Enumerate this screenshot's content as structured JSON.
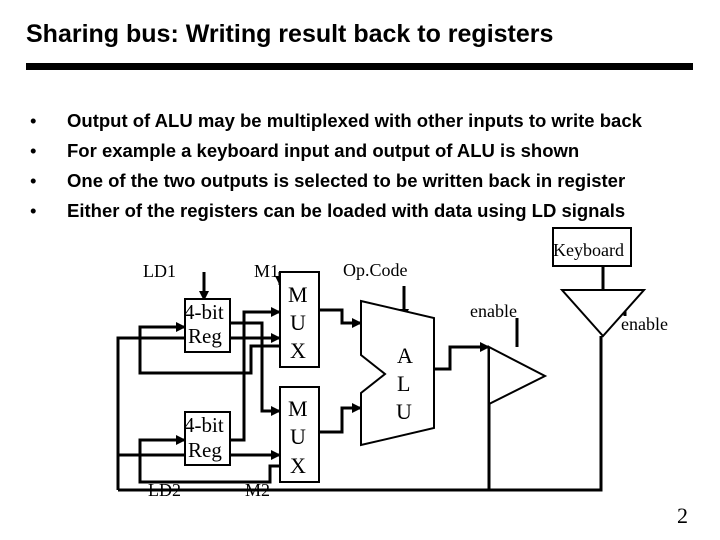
{
  "slide": {
    "title": "Sharing bus: Writing result back to registers",
    "bullet_marker": "•",
    "bullets": [
      "Output of ALU may be multiplexed with other inputs to write back",
      "For example a keyboard input and output of ALU is shown",
      "One of the two outputs is selected to be written back in register",
      "Either of the registers can be loaded with data using LD signals"
    ],
    "page_number": "2"
  },
  "diagram": {
    "ld1": "LD1",
    "ld2": "LD2",
    "m1": "M1",
    "m2": "M2",
    "reg_top_line1": "4-bit",
    "reg_top_line2": "Reg",
    "reg_bottom_line1": "4-bit",
    "reg_bottom_line2": "Reg",
    "mux_top": [
      "M",
      "U",
      "X"
    ],
    "mux_bottom": [
      "M",
      "U",
      "X"
    ],
    "opcode": "Op.Code",
    "alu": [
      "A",
      "L",
      "U"
    ],
    "keyboard": "Keyboard",
    "enable_left": "enable",
    "enable_right": "enable"
  }
}
